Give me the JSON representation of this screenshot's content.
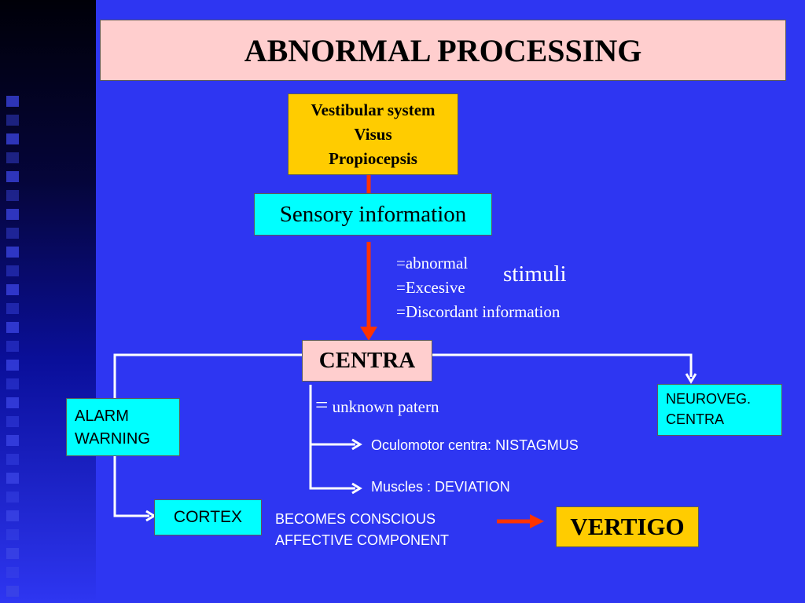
{
  "title": "ABNORMAL PROCESSING",
  "sources": {
    "lines": [
      "Vestibular system",
      "Visus",
      "Propiocepsis"
    ]
  },
  "sensory": {
    "label": "Sensory information"
  },
  "stimuli": {
    "items": [
      "=abnormal",
      "=Excesive",
      "=Discordant information"
    ],
    "word": "stimuli"
  },
  "centra": {
    "label": "CENTRA"
  },
  "unknown": {
    "eq": "=",
    "text": " unknown patern"
  },
  "alarm": {
    "lines": [
      "ALARM",
      "WARNING"
    ]
  },
  "neuroveg": {
    "lines": [
      "NEUROVEG.",
      "CENTRA"
    ]
  },
  "oculomotor": {
    "text": "Oculomotor centra: NISTAGMUS"
  },
  "muscles": {
    "text": "Muscles : DEVIATION"
  },
  "cortex": {
    "label": "CORTEX"
  },
  "conscious": {
    "lines": [
      "BECOMES CONSCIOUS",
      "AFFECTIVE COMPONENT"
    ]
  },
  "vertigo": {
    "label": "VERTIGO"
  },
  "colors": {
    "background": "#2e36f2",
    "title_fill": "#ffcece",
    "source_fill": "#ffcc00",
    "cyan_fill": "#00ffff",
    "arrow_red": "#ff3300",
    "connector_white": "#ffffff"
  }
}
